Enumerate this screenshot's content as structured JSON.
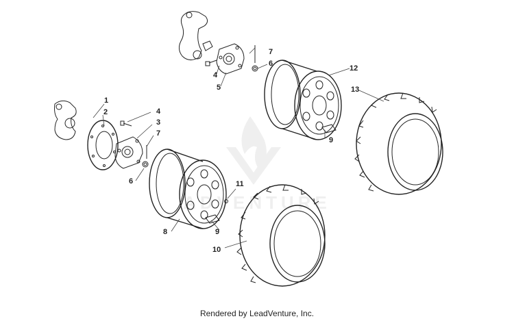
{
  "diagram": {
    "callouts": [
      "1",
      "2",
      "3",
      "4",
      "4",
      "5",
      "6",
      "6",
      "7",
      "7",
      "8",
      "9",
      "9",
      "10",
      "11",
      "12",
      "13"
    ],
    "watermark": "ADVENTURE",
    "colors": {
      "ink": "#222222",
      "watermark": "#e3e3e3",
      "background": "#ffffff"
    }
  },
  "footer": {
    "text": "Rendered by LeadVenture, Inc."
  }
}
